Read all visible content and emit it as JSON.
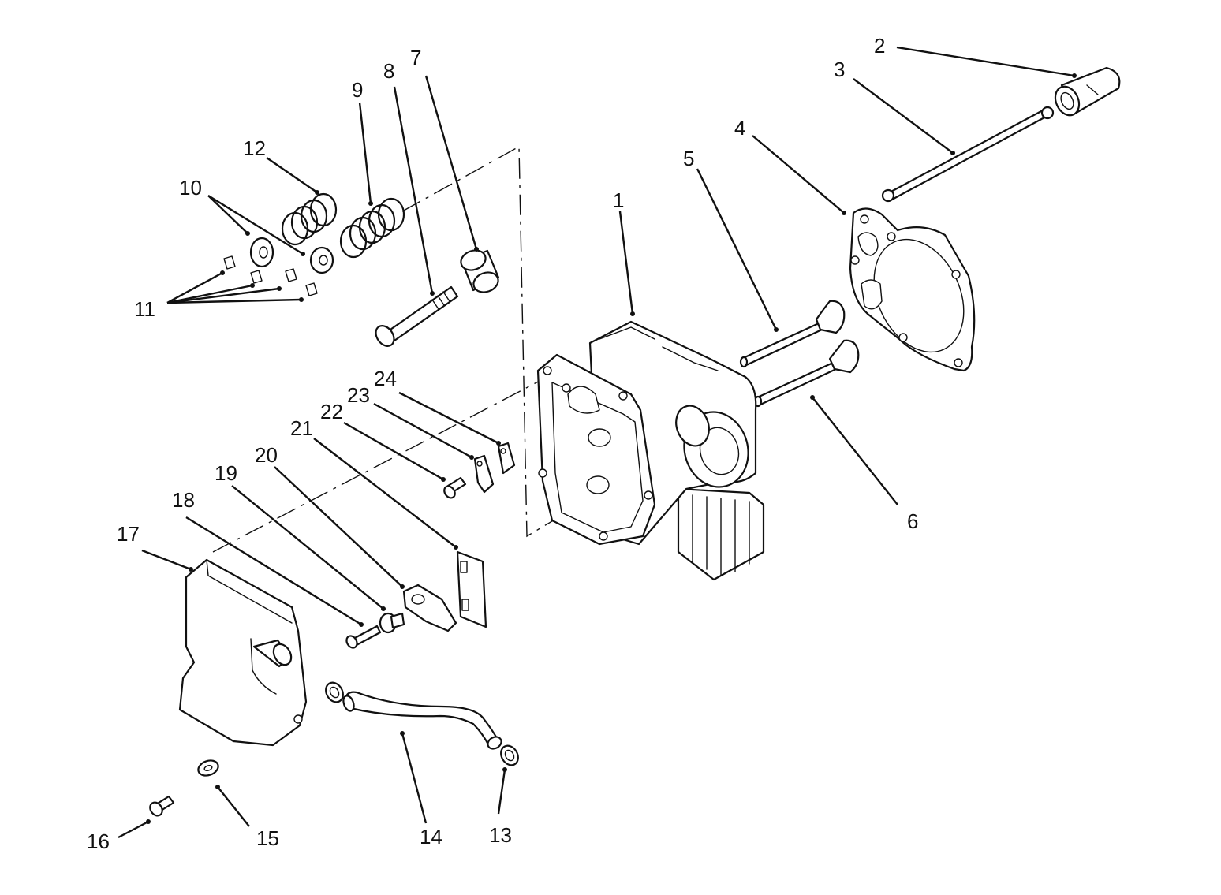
{
  "diagram": {
    "type": "exploded parts view",
    "callouts": [
      {
        "id": "1",
        "label": "1",
        "part_icon": "cylinder-head-icon"
      },
      {
        "id": "2",
        "label": "2",
        "part_icon": "push-rod-tube-icon"
      },
      {
        "id": "3",
        "label": "3",
        "part_icon": "push-rod-icon"
      },
      {
        "id": "4",
        "label": "4",
        "part_icon": "head-gasket-icon"
      },
      {
        "id": "5",
        "label": "5",
        "part_icon": "valve-icon"
      },
      {
        "id": "6",
        "label": "6",
        "part_icon": "valve-icon"
      },
      {
        "id": "7",
        "label": "7",
        "part_icon": "guide-bushing-icon"
      },
      {
        "id": "8",
        "label": "8",
        "part_icon": "bolt-icon"
      },
      {
        "id": "9",
        "label": "9",
        "part_icon": "valve-spring-icon"
      },
      {
        "id": "10",
        "label": "10",
        "part_icon": "spring-retainer-icon"
      },
      {
        "id": "11",
        "label": "11",
        "part_icon": "valve-keeper-icon"
      },
      {
        "id": "12",
        "label": "12",
        "part_icon": "valve-spring-icon"
      },
      {
        "id": "13",
        "label": "13",
        "part_icon": "hose-clamp-icon"
      },
      {
        "id": "14",
        "label": "14",
        "part_icon": "breather-hose-icon"
      },
      {
        "id": "15",
        "label": "15",
        "part_icon": "washer-icon"
      },
      {
        "id": "16",
        "label": "16",
        "part_icon": "screw-icon"
      },
      {
        "id": "17",
        "label": "17",
        "part_icon": "valve-cover-icon"
      },
      {
        "id": "18",
        "label": "18",
        "part_icon": "screw-icon"
      },
      {
        "id": "19",
        "label": "19",
        "part_icon": "pivot-stud-icon"
      },
      {
        "id": "20",
        "label": "20",
        "part_icon": "rocker-arm-icon"
      },
      {
        "id": "21",
        "label": "21",
        "part_icon": "plate-icon"
      },
      {
        "id": "22",
        "label": "22",
        "part_icon": "screw-icon"
      },
      {
        "id": "23",
        "label": "23",
        "part_icon": "bracket-icon"
      },
      {
        "id": "24",
        "label": "24",
        "part_icon": "bracket-icon"
      }
    ]
  }
}
